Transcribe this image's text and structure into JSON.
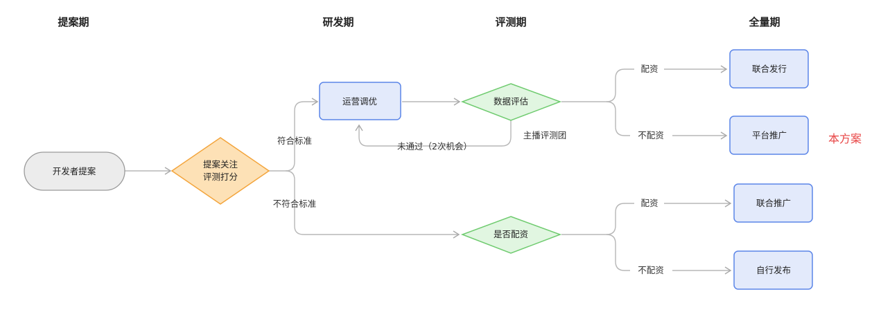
{
  "phases": {
    "proposal": "提案期",
    "development": "研发期",
    "evaluation": "评测期",
    "full_release": "全量期"
  },
  "nodes": {
    "start": "开发者提案",
    "review": [
      "提案关注",
      "评测打分"
    ],
    "ops_tuning": "运营调优",
    "data_eval": "数据评估",
    "funding_check": "是否配资",
    "joint_publish": "联合发行",
    "platform_promo": "平台推广",
    "joint_promo": "联合推广",
    "self_publish": "自行发布"
  },
  "edge_labels": {
    "meets_standard": "符合标准",
    "not_meets_standard": "不符合标准",
    "not_passed": "未通过（2次机会）",
    "anchor_panel": "主播评测团",
    "funded_top": "配资",
    "not_funded_top": "不配资",
    "funded_bottom": "配资",
    "not_funded_bottom": "不配资"
  },
  "note": "本方案",
  "colors": {
    "start_fill": "#ececec",
    "start_stroke": "#9a9a9a",
    "review_fill": "#fde1b6",
    "review_stroke": "#f3a43b",
    "box_fill": "#e3eafb",
    "box_stroke": "#5b85e8",
    "diamond_fill": "#e1f6e1",
    "diamond_stroke": "#6fcb6f",
    "connector": "#b7b7b7",
    "note": "#e84545"
  }
}
